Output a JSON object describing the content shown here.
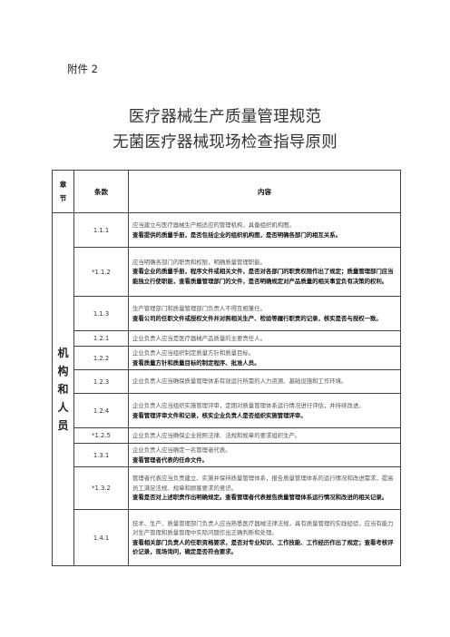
{
  "attachment_label": "附件 2",
  "title_line1": "医疗器械生产质量管理规范",
  "title_line2": "无菌医疗器械现场检查指导原则",
  "table": {
    "headers": {
      "chapter": "章节",
      "clause": "条款",
      "content": "内容"
    },
    "section_label": "机构和人员",
    "rows": [
      {
        "clause": "1.1.1",
        "req": "应当建立与医疗器械生产相适应的管理机构，具备组织机构图。",
        "check": "查看提供的质量手册，是否包括企业的组织机构图，是否明确各部门的相互关系。"
      },
      {
        "clause": "*1.1.2",
        "req": "应当明确各部门的职责和权限，明确质量管理职能。",
        "check": "查看企业的质量手册，程序文件或相关文件，是否对各部门的职责权限作出了规定；质量管理部门应当能独立行使职能，查看质量管理部门的文件，是否明确规定对产品质量的相关事宜负有决策的权利。"
      },
      {
        "clause": "1.1.3",
        "req": "生产管理部门和质量管理部门负责人不得互相兼任。",
        "check": "查看公司的任职文件或授权文件并对照相关生产、检验等履行职责的记录，核实是否与授权一致。"
      },
      {
        "clause": "1.2.1",
        "req": "企业负责人应当是医疗器械产品质量的主要责任人。",
        "check": ""
      },
      {
        "clause": "1.2.2",
        "req": "企业负责人应当组织制定质量方针和质量目标。",
        "check": "查看质量方针和质量目标的制定程序、批准人员。"
      },
      {
        "clause": "1.2.3",
        "req": "企业负责人应当确保质量管理体系有效运行所需的人力资源、基础设施和工作环境。",
        "check": ""
      },
      {
        "clause": "1.2.4",
        "req": "企业负责人应当组织实施管理评审，定期对质量管理体系运行情况进行评估，并持续改进。",
        "check": "查看管理评审文件和记录，核实企业负责人是否组织实施管理评审。"
      },
      {
        "clause": "*1.2.5",
        "req": "企业负责人应当确保企业按照法律、法规和规章的要求组织生产。",
        "check": ""
      },
      {
        "clause": "1.3.1",
        "req": "企业负责人应当确定一名管理者代表。",
        "check": "查看管理者代表的任命文件。"
      },
      {
        "clause": "*1.3.2",
        "req": "管理者代表应当负责建立、实施并保持质量管理体系，报告质量管理体系的运行情况和改进需求，提高员工满足法规、规章和顾客要求的意识。",
        "check": "查看是否对上述职责作出明确规定。查看管理者代表报告质量管理体系运行情况和改进的相关记录。"
      },
      {
        "clause": "1.4.1",
        "req": "技术、生产、质量管理部门负责人应当熟悉医疗器械法律法规，具有质量管理的实践经验，应当有能力对生产管理和质量管理中实际问题作出正确判断和处理。",
        "check": "查看相关部门负责人的任职资格要求，是否对专业知识、工作技能、工作经历作出了规定；查看考核评价记录，现场询问，确定是否符合要求。"
      }
    ]
  }
}
